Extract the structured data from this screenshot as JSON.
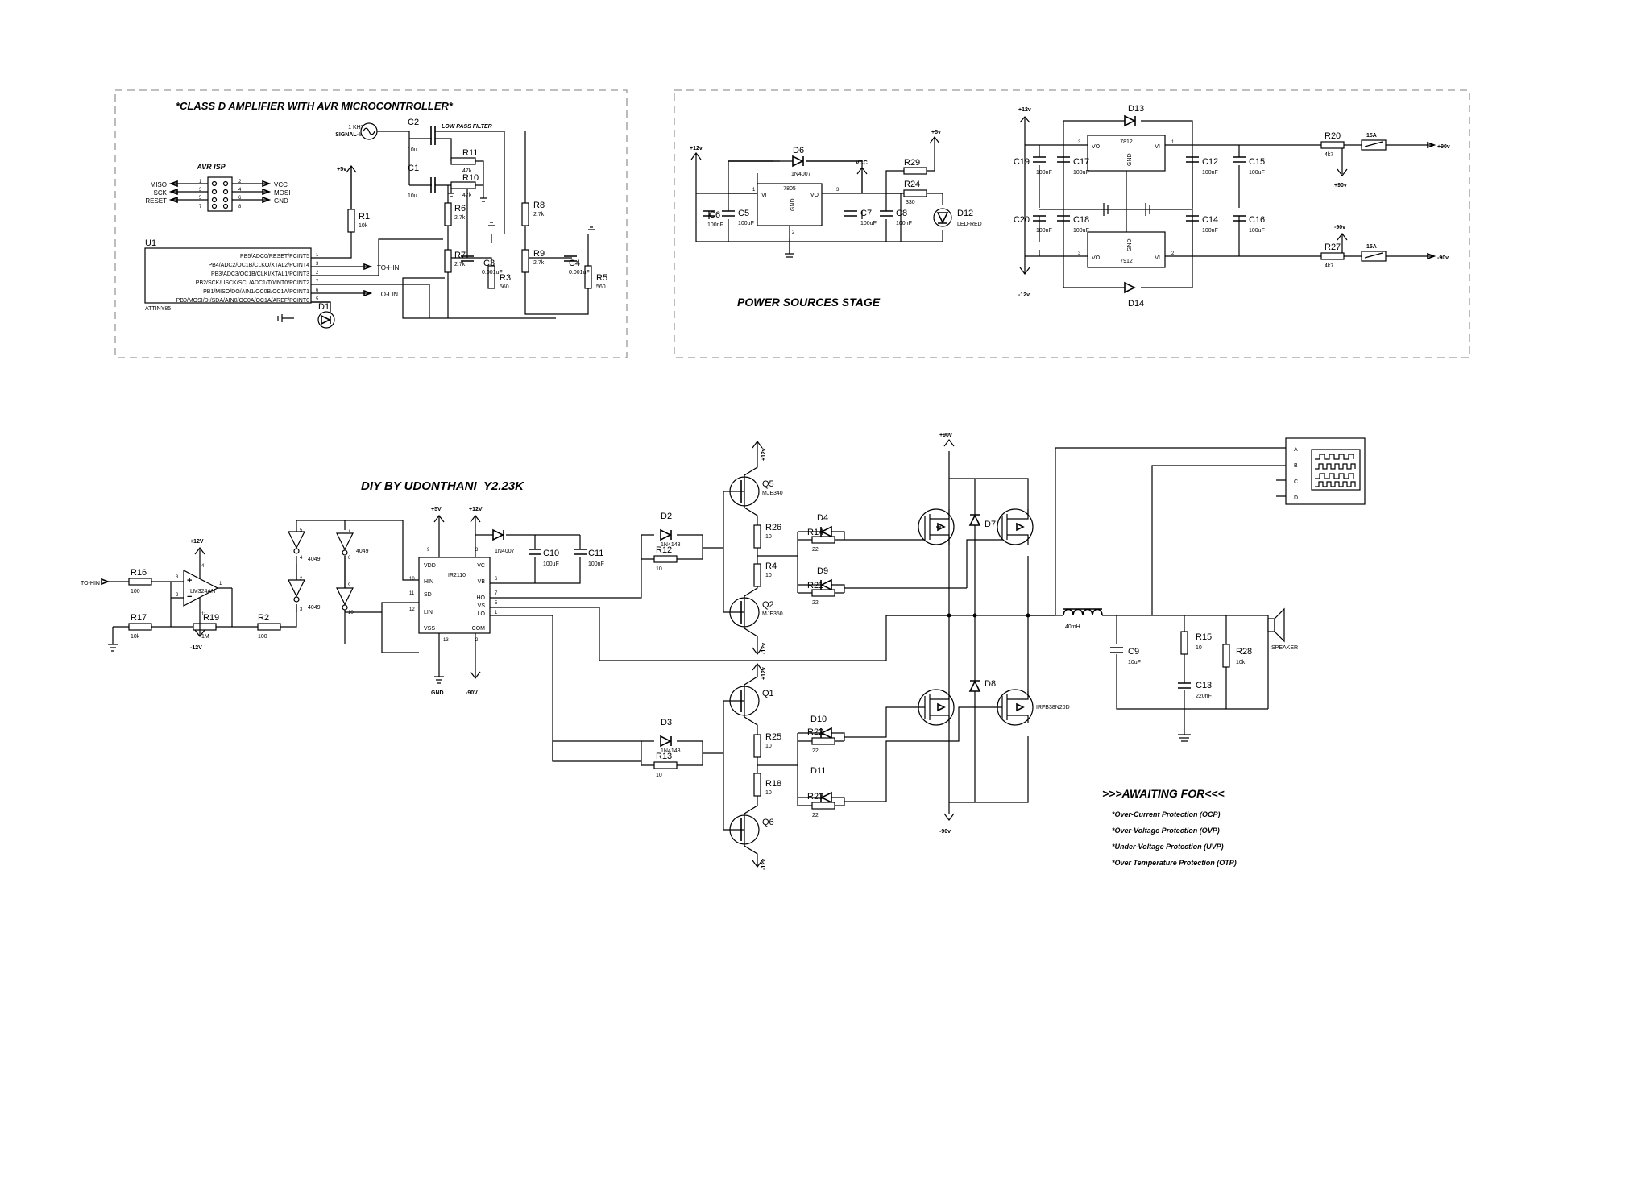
{
  "titles": {
    "avr_block": "*CLASS D AMPLIFIER WITH AVR MICROCONTROLLER*",
    "power_block": "POWER SOURCES STAGE",
    "author": "DIY BY UDONTHANI_Y2.23K",
    "awaiting": ">>>AWAITING FOR<<<"
  },
  "protections": [
    "*Over-Current Protection (OCP)",
    "*Over-Voltage Protection (OVP)",
    "*Under-Voltage Protection (UVP)",
    "*Over Temperature Protection (OTP)"
  ],
  "avr": {
    "isp_title": "AVR ISP",
    "isp_left": [
      "MISO",
      "SCK",
      "RESET"
    ],
    "isp_right": [
      "VCC",
      "MOSI",
      "GND"
    ],
    "isp_pins_left": [
      "1",
      "3",
      "5",
      "7"
    ],
    "isp_pins_right": [
      "2",
      "4",
      "6",
      "8"
    ],
    "u1_ref": "U1",
    "u1_part": "ATTINY85",
    "u1_pins": [
      "PB5/ADC0/RESET/PCINT5",
      "PB4/ADC2/OC1B/CLKO/XTAL2/PCINT4",
      "PB3/ADC3/OC1B/CLKI/XTAL1/PCINT3",
      "PB2/SCK/USCK/SCL/ADC1/T0/INT0/PCINT2",
      "PB1/MISO/DO/AIN1/OC0B/OC1A/PCINT1",
      "PB0/MOSI/DI/SDA/AIN0/OC0A/OC1A/AREF/PCINT0"
    ],
    "u1_pin_numbers": [
      "1",
      "3",
      "2",
      "7",
      "6",
      "5"
    ],
    "signal_freq": "1 KHZ",
    "signal_name": "SIGNAL-IN",
    "lpf_label": "LOW PASS FILTER",
    "to_hin": "TO-HIN",
    "to_lin": "TO-LIN",
    "plus5": "+5v",
    "r1": "R1",
    "r1v": "10k",
    "c2": "C2",
    "c2v": "10u",
    "c1": "C1",
    "c1v": "10u",
    "r11": "R11",
    "r11v": "47k",
    "r10": "R10",
    "r10v": "47k",
    "r6": "R6",
    "r6v": "2.7k",
    "r7": "R7",
    "r7v": "2.7k",
    "c3": "C3",
    "c3v": "0.001uF",
    "r3": "R3",
    "r3v": "560",
    "r8": "R8",
    "r8v": "2.7k",
    "r9": "R9",
    "r9v": "2.7k",
    "c4": "C4",
    "c4v": "0.001uF",
    "r5": "R5",
    "r5v": "560",
    "d1": "D1"
  },
  "power": {
    "plus12": "+12v",
    "minus12": "-12v",
    "plus5": "+5v",
    "vcc": "VCC",
    "plus90": "+90v",
    "minus90": "-90v",
    "reg_7805": "7805",
    "reg_7812": "7812",
    "reg_7912": "7912",
    "vi": "VI",
    "vo": "VO",
    "gnd": "GND",
    "d6": "D6",
    "d6v": "1N4007",
    "c6": "C6",
    "c6v": "100nF",
    "c5": "C5",
    "c5v": "100uF",
    "c7": "C7",
    "c7v": "100uF",
    "c8": "C8",
    "c8v": "100nF",
    "r29": "R29",
    "r24": "R24",
    "r24v": "330",
    "d12": "D12",
    "d12v": "LED-RED",
    "d13": "D13",
    "d14": "D14",
    "c19": "C19",
    "c19v": "100nF",
    "c17": "C17",
    "c17v": "100uF",
    "c20": "C20",
    "c20v": "100nF",
    "c18": "C18",
    "c18v": "100uF",
    "c12": "C12",
    "c12v": "100nF",
    "c15": "C15",
    "c15v": "100uF",
    "c14": "C14",
    "c14v": "100nF",
    "c16": "C16",
    "c16v": "100uF",
    "r20": "R20",
    "r20v": "4k7",
    "r27": "R27",
    "r27v": "4k7",
    "fuse": "15A",
    "pin1": "1",
    "pin2": "2",
    "pin3": "3"
  },
  "amp": {
    "to_hin": "TO-HIN",
    "plus12": "+12V",
    "minus12": "-12V",
    "plus5": "+5V",
    "gnd": "GND",
    "minus90": "-90V",
    "plus90": "+90v",
    "minus90b": "-90v",
    "plus12b": "+12v",
    "minus12b": "-12v",
    "r16": "R16",
    "r16v": "100",
    "r17": "R17",
    "r17v": "10k",
    "r19": "R19",
    "r19v": "1M",
    "r2": "R2",
    "r2v": "100",
    "opamp": "LM324AN",
    "op_pins": [
      "3",
      "2",
      "4",
      "11",
      "1"
    ],
    "inv": "4049",
    "inv_pins": [
      "5",
      "4",
      "7",
      "6",
      "2",
      "3",
      "9",
      "10"
    ],
    "ir_ref": "IR2110",
    "ir_pins_left": [
      "VDD",
      "HIN",
      "SD",
      "LIN",
      "VSS"
    ],
    "ir_pins_right": [
      "VC",
      "VB",
      "HO",
      "VS",
      "LO",
      "COM"
    ],
    "ir_nums": [
      "9",
      "10",
      "11",
      "12",
      "13",
      "3",
      "6",
      "7",
      "5",
      "1",
      "2"
    ],
    "d_boot": "1N4007",
    "c10": "C10",
    "c10v": "100uF",
    "c11": "C11",
    "c11v": "100nF",
    "d2": "D2",
    "d2v": "1N4148",
    "r12": "R12",
    "r12v": "10",
    "d3": "D3",
    "d3v": "1N4148",
    "r13": "R13",
    "r13v": "10",
    "q5": "Q5",
    "q5v": "MJE340",
    "q2": "Q2",
    "q2v": "MJE350",
    "q1": "Q1",
    "q6": "Q6",
    "r26": "R26",
    "r26v": "10",
    "r4": "R4",
    "r4v": "10",
    "r25": "R25",
    "r25v": "10",
    "r18": "R18",
    "r18v": "10",
    "d4": "D4",
    "r14": "R14",
    "r14v": "22",
    "d9": "D9",
    "r21": "R21",
    "r21v": "22",
    "d10": "D10",
    "r22": "R22",
    "r22v": "22",
    "d11": "D11",
    "r23": "R23",
    "r23v": "22",
    "d7": "D7",
    "d8": "D8",
    "mosfet": "IRFB38N20D",
    "inductor": "40mH",
    "c9": "C9",
    "c9v": "10uF",
    "r15": "R15",
    "r15v": "10",
    "r28": "R28",
    "r28v": "10k",
    "c13": "C13",
    "c13v": "220nF",
    "speaker": "SPEAKER",
    "scope": [
      "A",
      "B",
      "C",
      "D"
    ]
  }
}
